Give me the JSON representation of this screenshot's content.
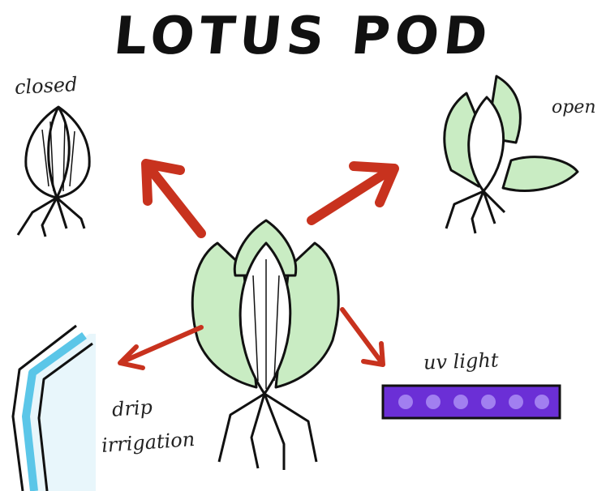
{
  "title": "LOTUS POD",
  "labels": {
    "closed": "closed",
    "open": "open",
    "uv_light": "uv light",
    "drip_line1": "drip",
    "drip_line2": "irrigation"
  },
  "colors": {
    "arrow": "#c8321e",
    "petal_fill": "#c9ecc3",
    "uv_bar": "#6b2fd6",
    "uv_dot": "#a17ff0",
    "water": "#5bc6e8",
    "ink": "#111111"
  }
}
